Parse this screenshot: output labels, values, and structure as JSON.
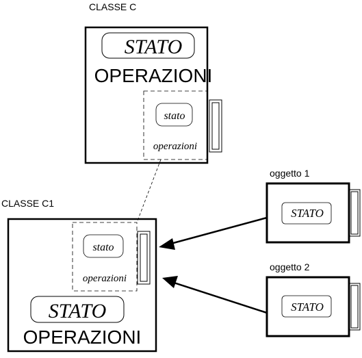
{
  "class_c": {
    "title": "CLASSE C",
    "stato": "STATO",
    "operazioni": "OPERAZIONI",
    "inner": {
      "stato": "stato",
      "operazioni": "operazioni"
    }
  },
  "class_c1": {
    "title": "CLASSE C1",
    "stato": "STATO",
    "operazioni": "OPERAZIONI",
    "inner": {
      "stato": "stato",
      "operazioni": "operazioni"
    }
  },
  "object_1": {
    "title": "oggetto 1",
    "stato": "STATO"
  },
  "object_2": {
    "title": "oggetto 2",
    "stato": "STATO"
  }
}
